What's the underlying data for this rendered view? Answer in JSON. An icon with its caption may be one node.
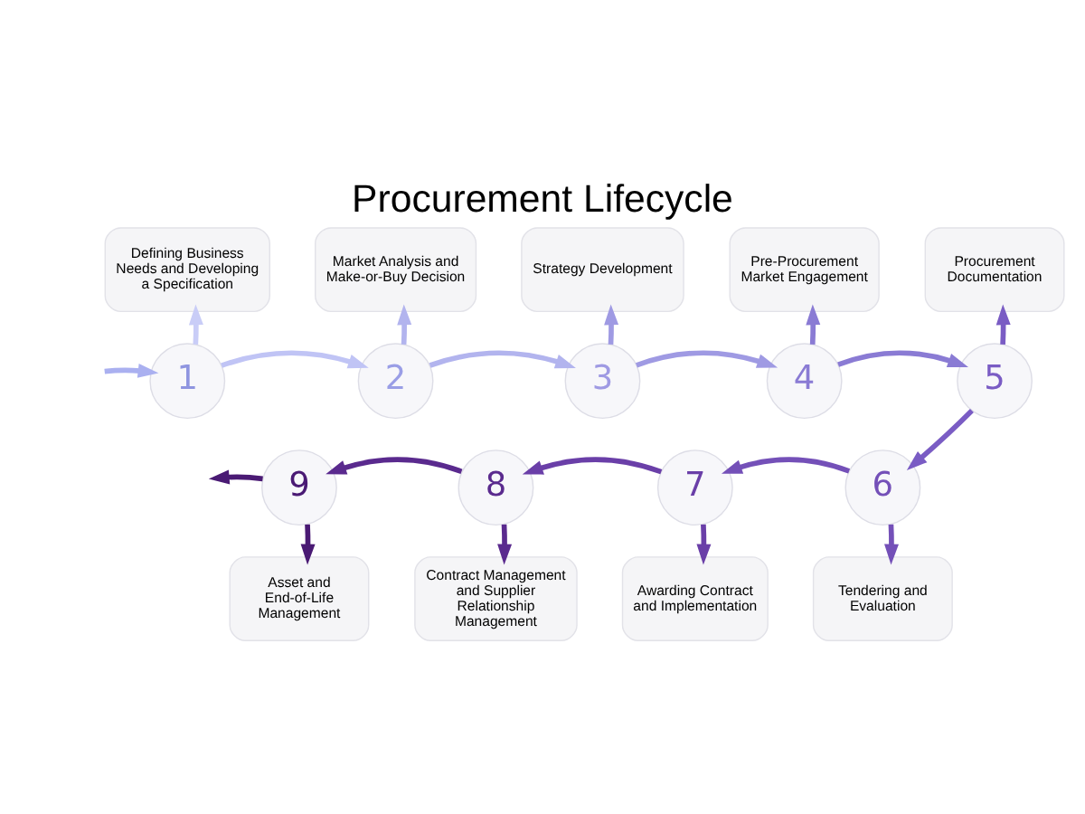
{
  "diagram": {
    "title": "Procurement Lifecycle",
    "nodes": [
      {
        "text": [
          "1"
        ]
      },
      {
        "text": [
          "2"
        ]
      },
      {
        "text": [
          "3"
        ]
      },
      {
        "text": [
          "4"
        ]
      },
      {
        "text": [
          "5"
        ]
      },
      {
        "text": [
          "6"
        ]
      },
      {
        "text": [
          "7"
        ]
      },
      {
        "text": [
          "8"
        ]
      },
      {
        "text": [
          "9"
        ]
      },
      {
        "text": [
          "Defining Business Needs and Developing a Specification"
        ]
      },
      {
        "text": [
          "Market Analysis and Make-or-Buy Decision"
        ]
      },
      {
        "text": [
          "Strategy Development"
        ]
      },
      {
        "text": [
          "Pre-Procurement Market Engagement"
        ]
      },
      {
        "text": [
          "Procurement Documentation"
        ]
      },
      {
        "text": [
          "Tendering and Evaluation"
        ]
      },
      {
        "text": [
          "Awarding Contract and Implementation"
        ]
      },
      {
        "text": [
          "Contract Management and Supplier Relationship Management"
        ]
      },
      {
        "text": [
          "Asset and End-of-Life Management"
        ]
      }
    ],
    "edges": [
      {
        "from": null,
        "to": 0,
        "arrow": "to",
        "color": "#aab0f0"
      },
      {
        "from": 0,
        "to": 1,
        "arrow": "to",
        "color": "#c0c4f5"
      },
      {
        "from": 1,
        "to": 2,
        "arrow": "to",
        "color": "#b2b4ee"
      },
      {
        "from": 2,
        "to": 3,
        "arrow": "to",
        "color": "#9f9ae3"
      },
      {
        "from": 3,
        "to": 4,
        "arrow": "to",
        "color": "#8a7bd4"
      },
      {
        "from": 4,
        "to": 5,
        "arrow": "to",
        "color": "#7a5cc4"
      },
      {
        "from": 5,
        "to": 6,
        "arrow": "to",
        "color": "#7450b8"
      },
      {
        "from": 6,
        "to": 7,
        "arrow": "to",
        "color": "#6a3fa8"
      },
      {
        "from": 7,
        "to": 8,
        "arrow": "to",
        "color": "#5a2a8e"
      },
      {
        "from": 8,
        "to": null,
        "arrow": "to",
        "color": "#4a1a74"
      },
      {
        "from": 0,
        "to": 9,
        "arrow": "to",
        "color": "#c9cdf7"
      },
      {
        "from": 1,
        "to": 10,
        "arrow": "to",
        "color": "#b2b4ee"
      },
      {
        "from": 2,
        "to": 11,
        "arrow": "to",
        "color": "#9f9ae3"
      },
      {
        "from": 3,
        "to": 12,
        "arrow": "to",
        "color": "#8a7bd4"
      },
      {
        "from": 4,
        "to": 13,
        "arrow": "to",
        "color": "#7a5cc4"
      },
      {
        "from": 5,
        "to": 14,
        "arrow": "to",
        "color": "#7450b8"
      },
      {
        "from": 6,
        "to": 15,
        "arrow": "to",
        "color": "#6a3fa8"
      },
      {
        "from": 7,
        "to": 16,
        "arrow": "to",
        "color": "#5a2a8e"
      },
      {
        "from": 8,
        "to": 17,
        "arrow": "to",
        "color": "#4a1a74"
      }
    ]
  }
}
